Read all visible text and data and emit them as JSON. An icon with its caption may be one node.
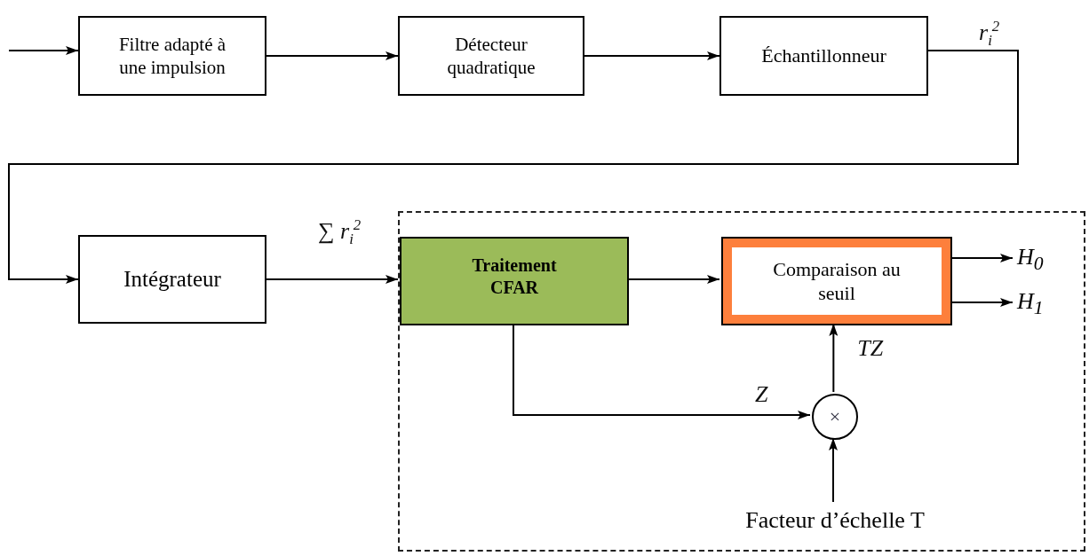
{
  "diagram": {
    "nodes": [
      {
        "text": [
          "Filtre adapté à une impulsion"
        ]
      },
      {
        "text": [
          "Détecteur quadratique"
        ]
      },
      {
        "text": [
          "Échantillonneur"
        ]
      },
      {
        "text": [
          "Intégrateur"
        ]
      },
      {
        "text": [],
        "shape": "box"
      },
      {
        "text": [
          "Traitement CFAR"
        ],
        "in": 4
      },
      {
        "text": [
          "Comparaison au seuil"
        ],
        "in": 4
      },
      {
        "text": [
          "H$_{0}$"
        ],
        "in": 4
      },
      {
        "text": [
          "H$_{1}$"
        ],
        "in": 4
      },
      {
        "text": [
          "×"
        ],
        "in": 4
      },
      {
        "text": [
          "Facteur d’échelle T"
        ],
        "in": 4
      }
    ],
    "edges": [
      {
        "from": null,
        "to": 0,
        "arrow": "to"
      },
      {
        "from": 0,
        "to": 1,
        "arrow": "to"
      },
      {
        "from": 1,
        "to": 2,
        "arrow": "to"
      },
      {
        "from": 2,
        "to": 3,
        "arrow": "to",
        "label": "r$_{i}$$^{2}$"
      },
      {
        "from": 3,
        "to": 5,
        "arrow": "to",
        "label": "∑ r$_{i}$$^{2}$"
      },
      {
        "from": 5,
        "to": 6,
        "arrow": "to"
      },
      {
        "from": 6,
        "to": 7,
        "arrow": "to"
      },
      {
        "from": 6,
        "to": 8,
        "arrow": "to"
      },
      {
        "from": 5,
        "to": 9,
        "arrow": "to",
        "label": "Z"
      },
      {
        "from": 9,
        "to": 6,
        "arrow": "to",
        "label": "TZ"
      },
      {
        "from": 10,
        "to": 9,
        "arrow": "to"
      }
    ]
  }
}
